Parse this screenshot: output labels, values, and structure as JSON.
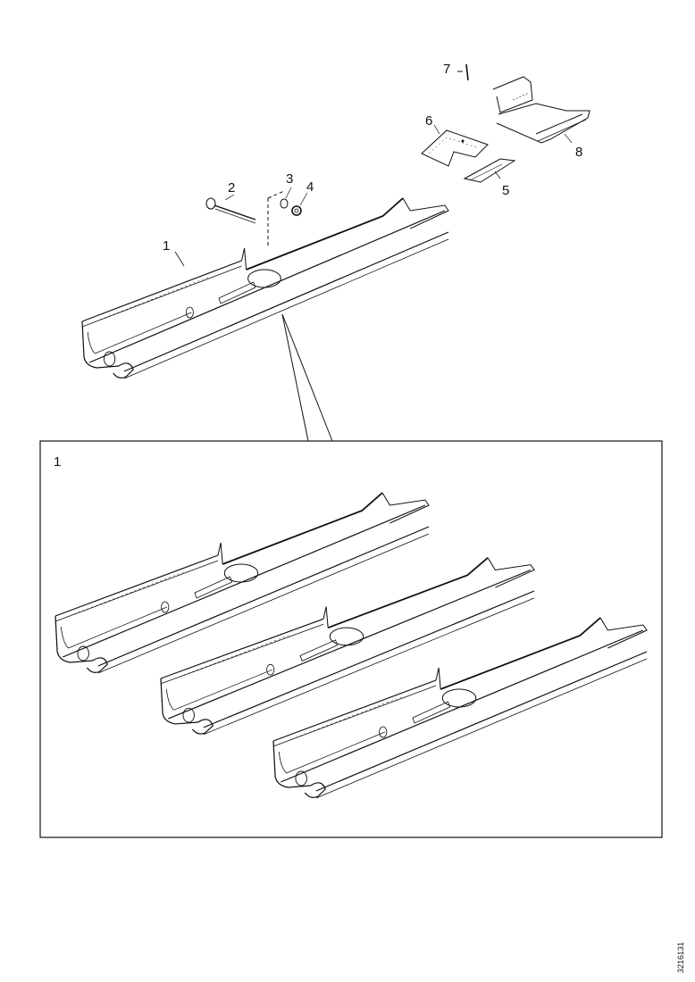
{
  "diagram": {
    "callouts": {
      "c1": "1",
      "c2": "2",
      "c3": "3",
      "c4": "4",
      "c5": "5",
      "c6": "6",
      "c7": "7",
      "c8": "8"
    },
    "detail_box_label": "1",
    "reference_code": "3216131"
  }
}
